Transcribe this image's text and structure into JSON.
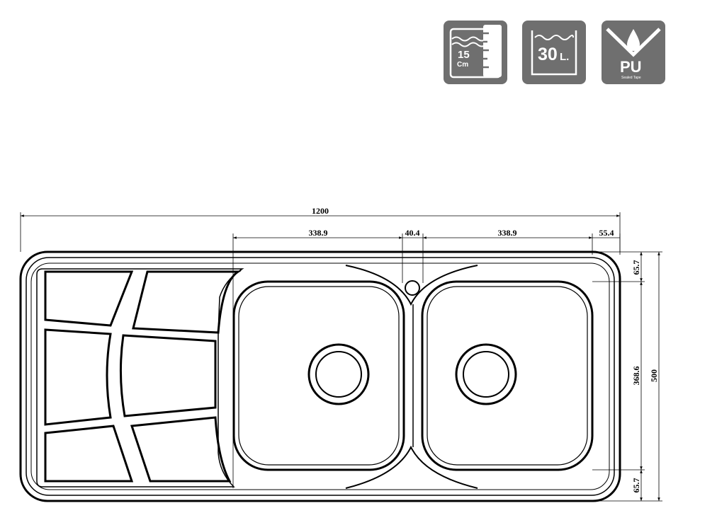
{
  "badges": {
    "depth": {
      "value": "15",
      "unit": "Cm"
    },
    "volume": {
      "value": "30",
      "unit": "L."
    },
    "tape": {
      "label": "PU",
      "caption": "Sealed Tape"
    }
  },
  "dimensions": {
    "overall_length": "1200",
    "bowl_left_width": "338.9",
    "center_gap": "40.4",
    "bowl_right_width": "338.9",
    "right_margin": "55.4",
    "top_margin": "65.7",
    "bowl_depth": "368.6",
    "overall_width": "500",
    "bottom_margin": "65.7"
  }
}
